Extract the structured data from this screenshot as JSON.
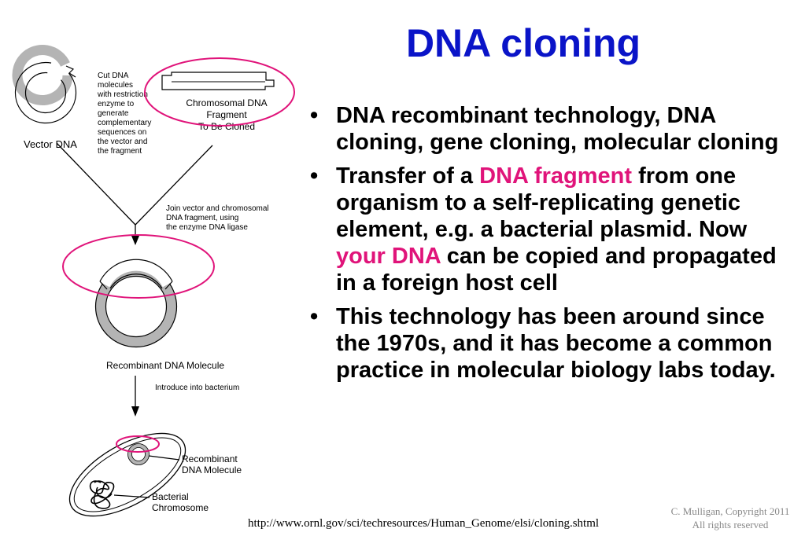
{
  "title": "DNA cloning",
  "diagram": {
    "vector_dna_label": "Vector DNA",
    "cut_note": [
      "Cut DNA",
      "molecules",
      "with restriction",
      "enzyme to",
      "generate",
      "complementary",
      "sequences on",
      "the vector and",
      "the fragment"
    ],
    "fragment_label": [
      "Chromosomal DNA",
      "Fragment",
      "To Be Cloned"
    ],
    "join_note": [
      "Join vector and chromosomal",
      "DNA fragment, using",
      "the enzyme DNA ligase"
    ],
    "recombinant_label": "Recombinant DNA Molecule",
    "introduce_note": "Introduce into bacterium",
    "cell_recombinant_label": [
      "Recombinant",
      "DNA Molecule"
    ],
    "cell_chromosome_label": [
      "Bacterial",
      "Chromosome"
    ]
  },
  "bullets": [
    {
      "parts": [
        {
          "text": "DNA recombinant technology, DNA cloning, gene cloning, molecular cloning",
          "hl": false
        }
      ]
    },
    {
      "parts": [
        {
          "text": "Transfer of a ",
          "hl": false
        },
        {
          "text": "DNA fragment",
          "hl": true
        },
        {
          "text": " from one organism to a self-replicating genetic element, e.g. a bacterial plasmid. Now ",
          "hl": false
        },
        {
          "text": "your DNA",
          "hl": true
        },
        {
          "text": " can be copied and propagated in a foreign host cell",
          "hl": false
        }
      ]
    },
    {
      "parts": [
        {
          "text": "This technology has been around since the 1970s, and it has become a common practice in molecular biology labs today.",
          "hl": false
        }
      ]
    }
  ],
  "footer": {
    "url": "http://www.ornl.gov/sci/techresources/Human_Genome/elsi/cloning.shtml",
    "copyright_line1": "C. Mulligan, Copyright 2011",
    "copyright_line2": "All rights reserved"
  },
  "colors": {
    "title": "#0a14c8",
    "highlight": "#e0147a",
    "ellipse": "#e0147a",
    "plasmid": "#b4b4b4"
  }
}
